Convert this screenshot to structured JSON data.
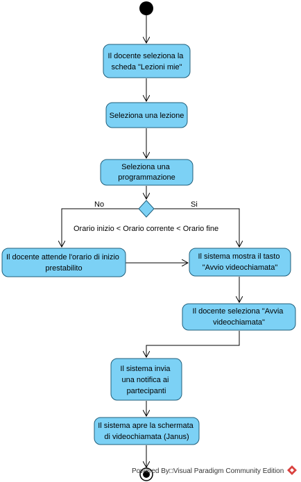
{
  "activities": {
    "a1": [
      "Il docente seleziona la",
      "scheda \"Lezioni mie\""
    ],
    "a2": [
      "Seleziona una lezione"
    ],
    "a3": [
      "Seleziona una",
      "programmazione"
    ],
    "a4": [
      "Il docente attende l'orario di inizio",
      "prestabilito"
    ],
    "a5": [
      "Il sistema mostra il tasto",
      "\"Avvio videochiamata\""
    ],
    "a6": [
      "Il docente seleziona \"Avvia",
      "videochiamata\""
    ],
    "a7": [
      "Il sistema invia",
      "una notifica ai",
      "partecipanti"
    ],
    "a8": [
      "Il sistema apre la schermata",
      "di videochiamata (Janus)"
    ]
  },
  "decision": {
    "no_label": "No",
    "yes_label": "Si",
    "guard": "Orario inizio < Orario corrente < Orario fine"
  },
  "footer": "Powered By□Visual Paradigm Community Edition",
  "colors": {
    "activity_fill": "#7cd1f5",
    "activity_stroke": "#1f5e7a",
    "decision_fill": "#7cd1f5"
  }
}
